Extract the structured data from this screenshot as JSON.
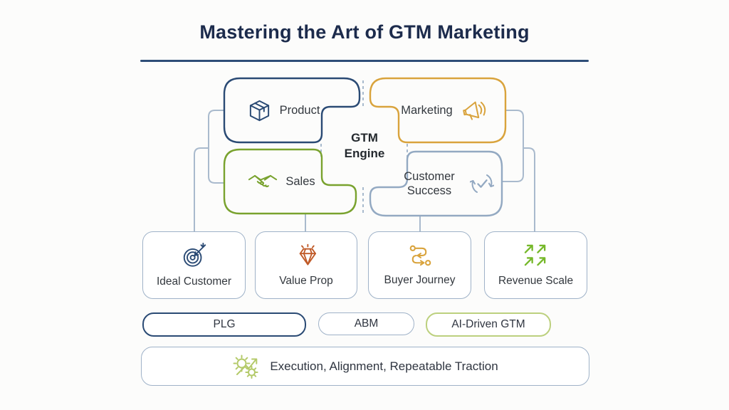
{
  "title": "Mastering the Art of GTM Marketing",
  "engine": {
    "line1": "GTM",
    "line2": "Engine"
  },
  "quadrants": [
    {
      "id": "product",
      "label": "Product",
      "color": "#2a4a74",
      "icon": "package-icon"
    },
    {
      "id": "marketing",
      "label": "Marketing",
      "color": "#d9a33c",
      "icon": "megaphone-icon"
    },
    {
      "id": "sales",
      "label": "Sales",
      "color": "#79a22e",
      "icon": "handshake-icon"
    },
    {
      "id": "customer-success",
      "label": "Customer Success",
      "color": "#93a9c2",
      "icon": "cycle-check-icon"
    }
  ],
  "pillars": [
    {
      "label": "Ideal Customer",
      "icon": "target-arrow-icon",
      "icon_color": "#2a4a74"
    },
    {
      "label": "Value Prop",
      "icon": "diamond-icon",
      "icon_color": "#c05a28"
    },
    {
      "label": "Buyer Journey",
      "icon": "journey-path-icon",
      "icon_color": "#d9a33c"
    },
    {
      "label": "Revenue Scale",
      "icon": "growth-arrows-icon",
      "icon_color": "#76b82a"
    }
  ],
  "strategies": [
    {
      "label": "PLG",
      "border_color": "#2a4a74"
    },
    {
      "label": "ABM",
      "border_color": "#9fb2c8"
    },
    {
      "label": "AI-Driven GTM",
      "border_color": "#bcd07e"
    }
  ],
  "footer": {
    "label": "Execution, Alignment, Repeatable Traction",
    "icon": "gears-arrow-icon",
    "icon_color": "#b4ca6a"
  },
  "colors": {
    "background": "#fcfcfb",
    "title_text": "#1c2b4c",
    "title_rule": "#2e4d77",
    "connector": "#a9bacd",
    "box_border_light": "#9fb2c8",
    "label_text": "#33383e"
  }
}
